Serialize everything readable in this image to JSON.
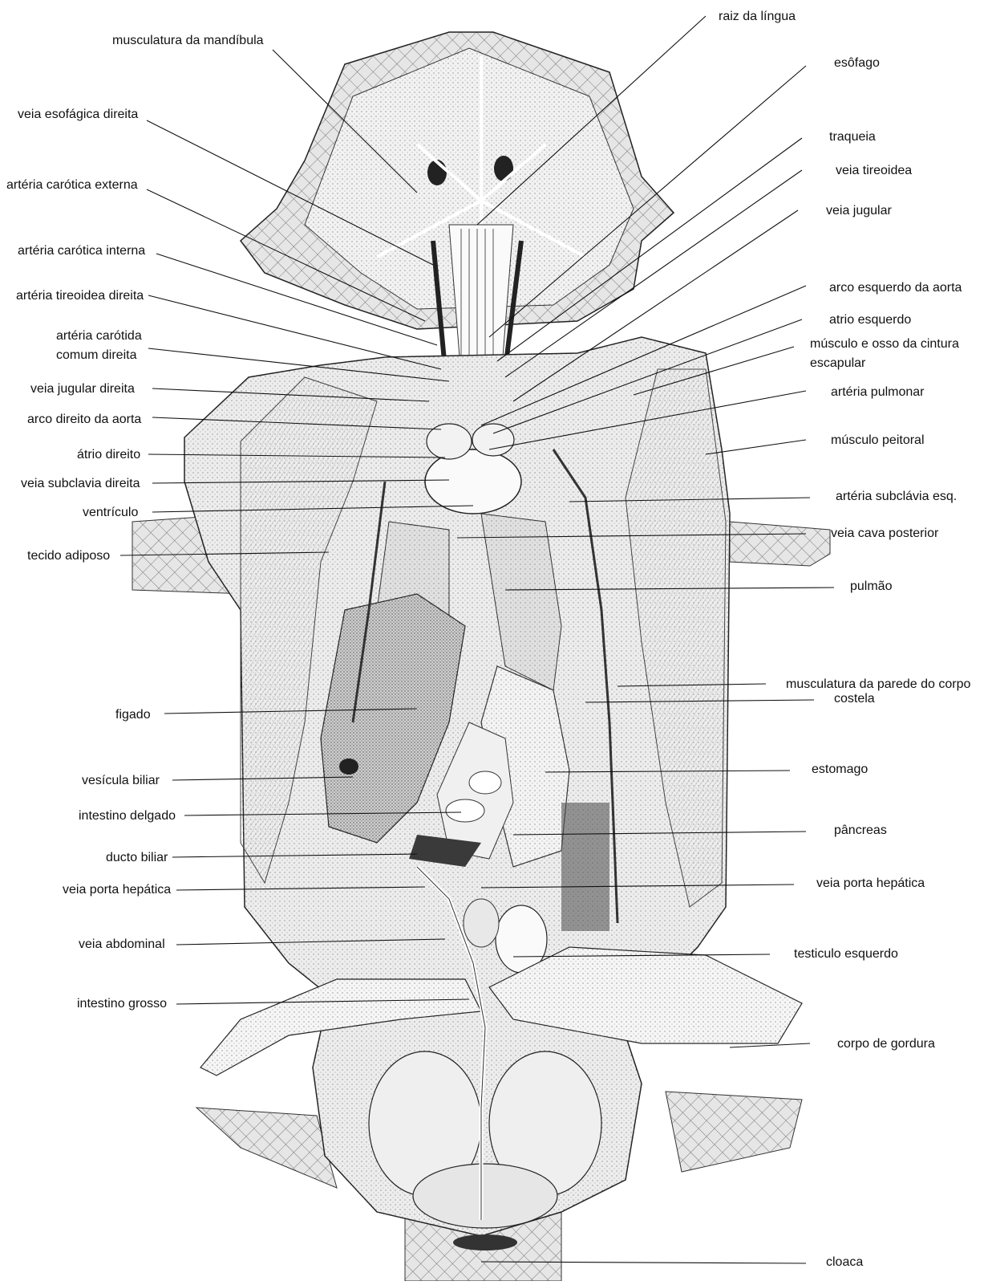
{
  "diagram": {
    "labels_left": {
      "musculatura_mandibula": "musculatura da mandíbula",
      "veia_esofagica_direita": "veia esofágica direita",
      "arteria_carotica_externa": "artéria carótica externa",
      "arteria_carotica_interna": "artéria carótica interna",
      "arteria_tireoidea_direita": "artéria tireoidea direita",
      "arteria_carotida_comum_line1": "artéria carótida",
      "arteria_carotida_comum_line2": "comum direita",
      "veia_jugular_direita": "veia jugular direita",
      "arco_direito_aorta": "arco direito da aorta",
      "atrio_direito": "átrio direito",
      "veia_subclavia_direita": "veia subclavia direita",
      "ventriculo": "ventrículo",
      "tecido_adiposo": "tecido adiposo",
      "figado": "figado",
      "vesicula_biliar": "vesícula biliar",
      "intestino_delgado": "intestino delgado",
      "ducto_biliar": "ducto biliar",
      "veia_porta_hepatica_esq": "veia porta hepática",
      "veia_abdominal": "veia abdominal",
      "intestino_grosso": "intestino grosso"
    },
    "labels_right": {
      "raiz_lingua": "raiz da língua",
      "esofago": "esôfago",
      "traqueia": "traqueia",
      "veia_tireoidea": "veia tireoidea",
      "veia_jugular": "veia jugular",
      "arco_esquerdo_aorta": "arco esquerdo da aorta",
      "atrio_esquerdo": "atrio esquerdo",
      "musculo_osso_line1": "músculo e osso da cintura",
      "musculo_osso_line2": "escapular",
      "arteria_pulmonar": "artéria pulmonar",
      "musculo_peitoral": "músculo peitoral",
      "arteria_subclavia_esq": "artéria subclávia esq.",
      "veia_cava_posterior": "veia cava posterior",
      "pulmao": "pulmão",
      "musculatura_parede": "musculatura da parede do corpo",
      "costela": "costela",
      "estomago": "estomago",
      "pancreas": "pâncreas",
      "veia_porta_hepatica_dir": "veia porta hepática",
      "testiculo_esquerdo": "testiculo esquerdo",
      "corpo_gordura": "corpo de gordura",
      "cloaca": "cloaca"
    },
    "colors": {
      "ink": "#1a1a1a",
      "stipple": "#555555",
      "paper": "#ffffff",
      "shade": "#d9d9d9",
      "dark": "#3a3a3a"
    }
  }
}
